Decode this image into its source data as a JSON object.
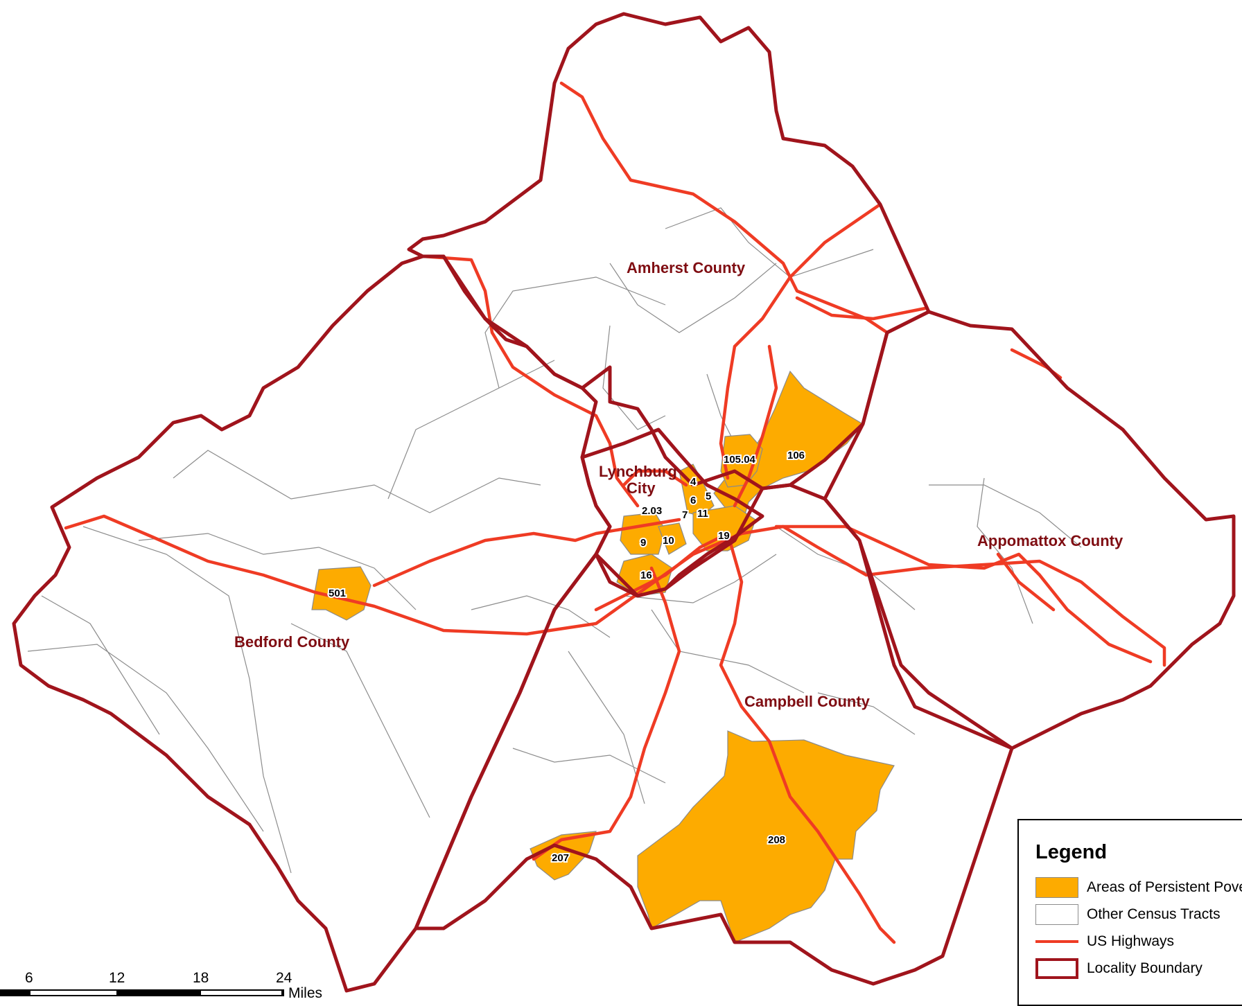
{
  "counties": [
    {
      "id": "amherst",
      "name": "Amherst County"
    },
    {
      "id": "lynchburg-1",
      "name": "Lynchburg"
    },
    {
      "id": "lynchburg-2",
      "name": "City"
    },
    {
      "id": "appomattox",
      "name": "Appomattox County"
    },
    {
      "id": "bedford",
      "name": "Bedford County"
    },
    {
      "id": "campbell",
      "name": "Campbell County"
    }
  ],
  "tract_labels": [
    "4",
    "5",
    "6",
    "2.03",
    "7",
    "11",
    "9",
    "10",
    "19",
    "16",
    "105.04",
    "106",
    "501",
    "207",
    "208"
  ],
  "scale_bar": {
    "ticks": [
      "6",
      "12",
      "18",
      "24"
    ],
    "unit": "Miles"
  },
  "legend": {
    "title": "Legend",
    "items": [
      {
        "label": "Areas of Persistent Poverty",
        "swatch": "poverty"
      },
      {
        "label": "Other Census Tracts",
        "swatch": "tract"
      },
      {
        "label": "US Highways",
        "swatch": "highway"
      },
      {
        "label": "Locality Boundary",
        "swatch": "boundary"
      }
    ]
  },
  "colors": {
    "poverty": "#fdab00",
    "highway": "#ef3b24",
    "boundary": "#a0141c",
    "county_label": "#7f0d12",
    "tract_line": "#8c8c8c"
  }
}
